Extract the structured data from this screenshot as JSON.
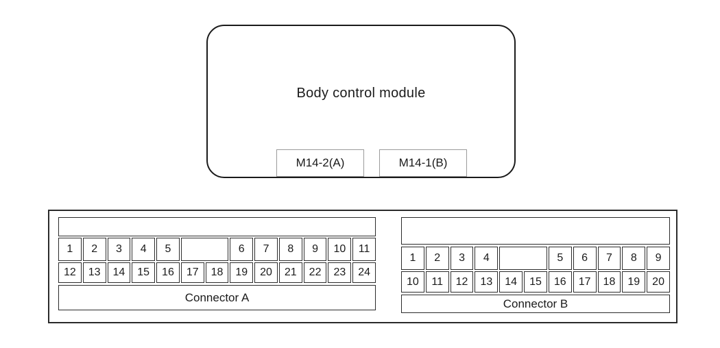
{
  "bcm": {
    "title": "Body control module",
    "tags": [
      "M14-2(A)",
      "M14-1(B)"
    ]
  },
  "connector_a": {
    "label": "Connector A",
    "row1": [
      "1",
      "2",
      "3",
      "4",
      "5",
      "6",
      "7",
      "8",
      "9",
      "10",
      "11"
    ],
    "row2": [
      "12",
      "13",
      "14",
      "15",
      "16",
      "17",
      "18",
      "19",
      "20",
      "21",
      "22",
      "23",
      "24"
    ]
  },
  "connector_b": {
    "label": "Connector B",
    "row1": [
      "1",
      "2",
      "3",
      "4",
      "5",
      "6",
      "7",
      "8",
      "9"
    ],
    "row2": [
      "10",
      "11",
      "12",
      "13",
      "14",
      "15",
      "16",
      "17",
      "18",
      "19",
      "20"
    ]
  }
}
